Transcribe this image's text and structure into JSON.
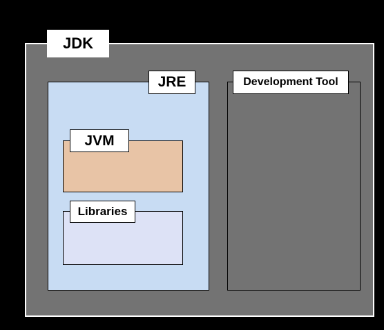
{
  "diagram": {
    "jdk": {
      "label": "JDK",
      "fill": "#737373",
      "border": "#ffffff"
    },
    "jre": {
      "label": "JRE",
      "fill": "#c8dcf3"
    },
    "jvm": {
      "label": "JVM",
      "fill": "#e8c4a6"
    },
    "libraries": {
      "label": "Libraries",
      "fill": "#dde2f6"
    },
    "development_tool": {
      "label": "Development Tool",
      "fill": "#737373"
    }
  },
  "colors": {
    "background": "#000000",
    "label_fill": "#ffffff",
    "outline": "#000000"
  }
}
